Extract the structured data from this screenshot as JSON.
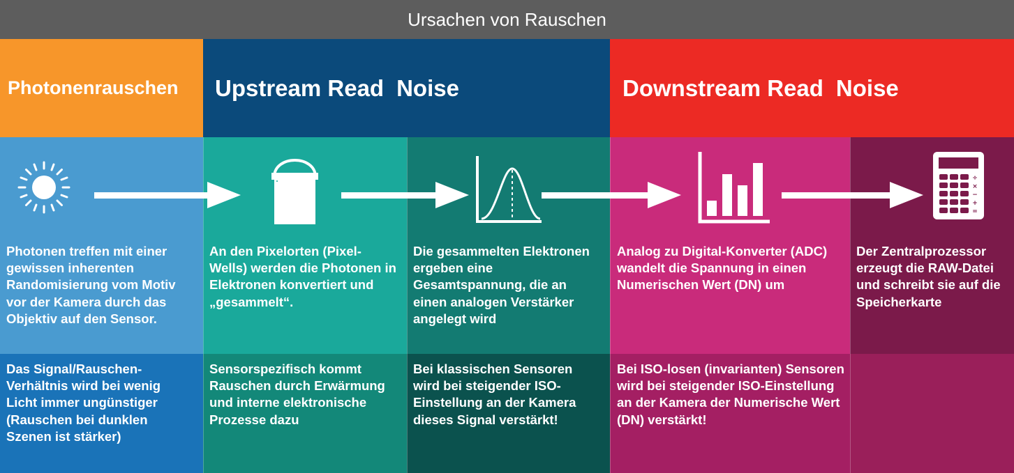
{
  "title": "Ursachen von Rauschen",
  "headers": {
    "photon": "Photonenrauschen",
    "upstream_a": "Upstream Read",
    "upstream_b": "Noise",
    "downstream_a": "Downstream Read",
    "downstream_b": "Noise"
  },
  "columns": [
    {
      "icon": "sun-icon",
      "description": "Photonen treffen mit einer gewissen inherenten Randomisierung vom Motiv vor der Kamera durch das Objektiv  auf den Sensor.",
      "note": "Das Signal/Rauschen-Verhältnis wird bei wenig Licht immer ungünstiger (Rauschen bei dunklen Szenen ist stärker)"
    },
    {
      "icon": "paint-bucket-icon",
      "description": "An den Pixelorten (Pixel-Wells) werden die Photonen in Elektronen konvertiert und „gesammelt“.",
      "note": "Sensorspezifisch kommt Rauschen durch Erwärmung und interne elektronische Prozesse dazu"
    },
    {
      "icon": "bell-curve-icon",
      "description": "Die gesammelten Elektronen ergeben eine Gesamtspannung, die an einen analogen Verstärker angelegt wird",
      "note": "Bei klassischen Sensoren wird bei steigender ISO-Einstellung an der Kamera dieses Signal verstärkt!"
    },
    {
      "icon": "bar-chart-icon",
      "description": "Analog zu Digital-Konverter (ADC) wandelt die Spannung in einen Numerischen Wert (DN) um",
      "note": "Bei ISO-losen (invarianten) Sensoren wird bei steigender ISO-Einstellung an der Kamera der Numerische Wert (DN) verstärkt!"
    },
    {
      "icon": "calculator-icon",
      "description": "Der Zentralprozessor erzeugt die RAW-Datei und schreibt sie auf die Speicherkarte",
      "note": ""
    }
  ],
  "calculator_keys": [
    "÷",
    "×",
    "−",
    "+",
    "="
  ],
  "colors": {
    "title_bar": "#5d5d5d",
    "photon_header": "#f7962a",
    "upstream_header": "#0b4a7b",
    "downstream_header": "#ec2a24",
    "photon_mid": "#4a9bd0",
    "photon_low": "#1a73b8",
    "pixel_mid": "#1aa99b",
    "pixel_low": "#138879",
    "amp_mid": "#137b72",
    "amp_low": "#0b524e",
    "adc_mid": "#c92b7b",
    "adc_low": "#a41f63",
    "cpu_mid": "#7b1a4a",
    "cpu_low": "#9a1f5a"
  }
}
